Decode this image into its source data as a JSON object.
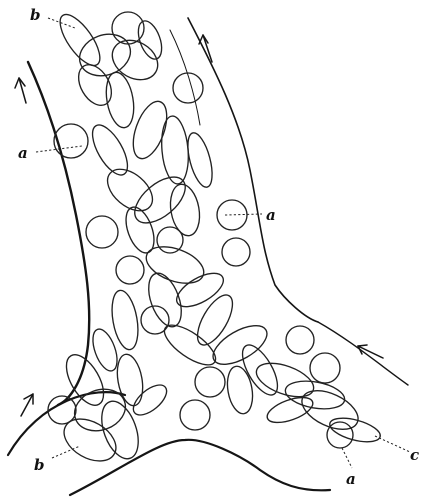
{
  "figure": {
    "labels": {
      "b_top": "b",
      "a_left": "a",
      "a_right": "a",
      "b_bottom": "b",
      "a_bottom": "a",
      "c": "c"
    }
  }
}
